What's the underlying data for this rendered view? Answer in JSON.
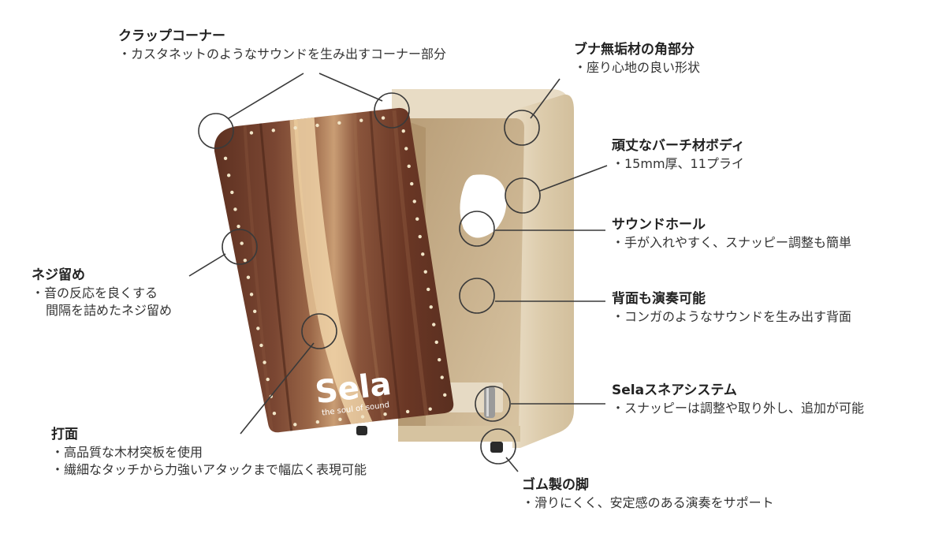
{
  "brand": {
    "logo": "Sela",
    "tagline": "the soul of sound"
  },
  "annotations": {
    "clap_corner": {
      "title": "クラップコーナー",
      "lines": [
        "・カスタネットのようなサウンドを生み出すコーナー部分"
      ]
    },
    "beech_corner": {
      "title": "ブナ無垢材の角部分",
      "lines": [
        "・座り心地の良い形状"
      ]
    },
    "birch_body": {
      "title": "頑丈なバーチ材ボディ",
      "lines": [
        "・15mm厚、11プライ"
      ]
    },
    "sound_hole": {
      "title": "サウンドホール",
      "lines": [
        "・手が入れやすく、スナッピー調整も簡単"
      ]
    },
    "back_playable": {
      "title": "背面も演奏可能",
      "lines": [
        "・コンガのようなサウンドを生み出す背面"
      ]
    },
    "snare_system": {
      "title": "Selaスネアシステム",
      "lines": [
        "・スナッピーは調整や取り外し、追加が可能"
      ]
    },
    "rubber_feet": {
      "title": "ゴム製の脚",
      "lines": [
        "・滑りにくく、安定感のある演奏をサポート"
      ]
    },
    "screws": {
      "title": "ネジ留め",
      "lines": [
        "・音の反応を良くする",
        "間隔を詰めたネジ留め"
      ]
    },
    "tapa": {
      "title": "打面",
      "lines": [
        "・高品質な木材突板を使用",
        "・繊細なタッチから力強いアタックまで幅広く表現可能"
      ]
    }
  },
  "colors": {
    "line": "#3a3a3a",
    "birch": "#dcc9a8",
    "tapa_dark": "#6b3b28",
    "tapa_light": "#e8c9a0"
  }
}
